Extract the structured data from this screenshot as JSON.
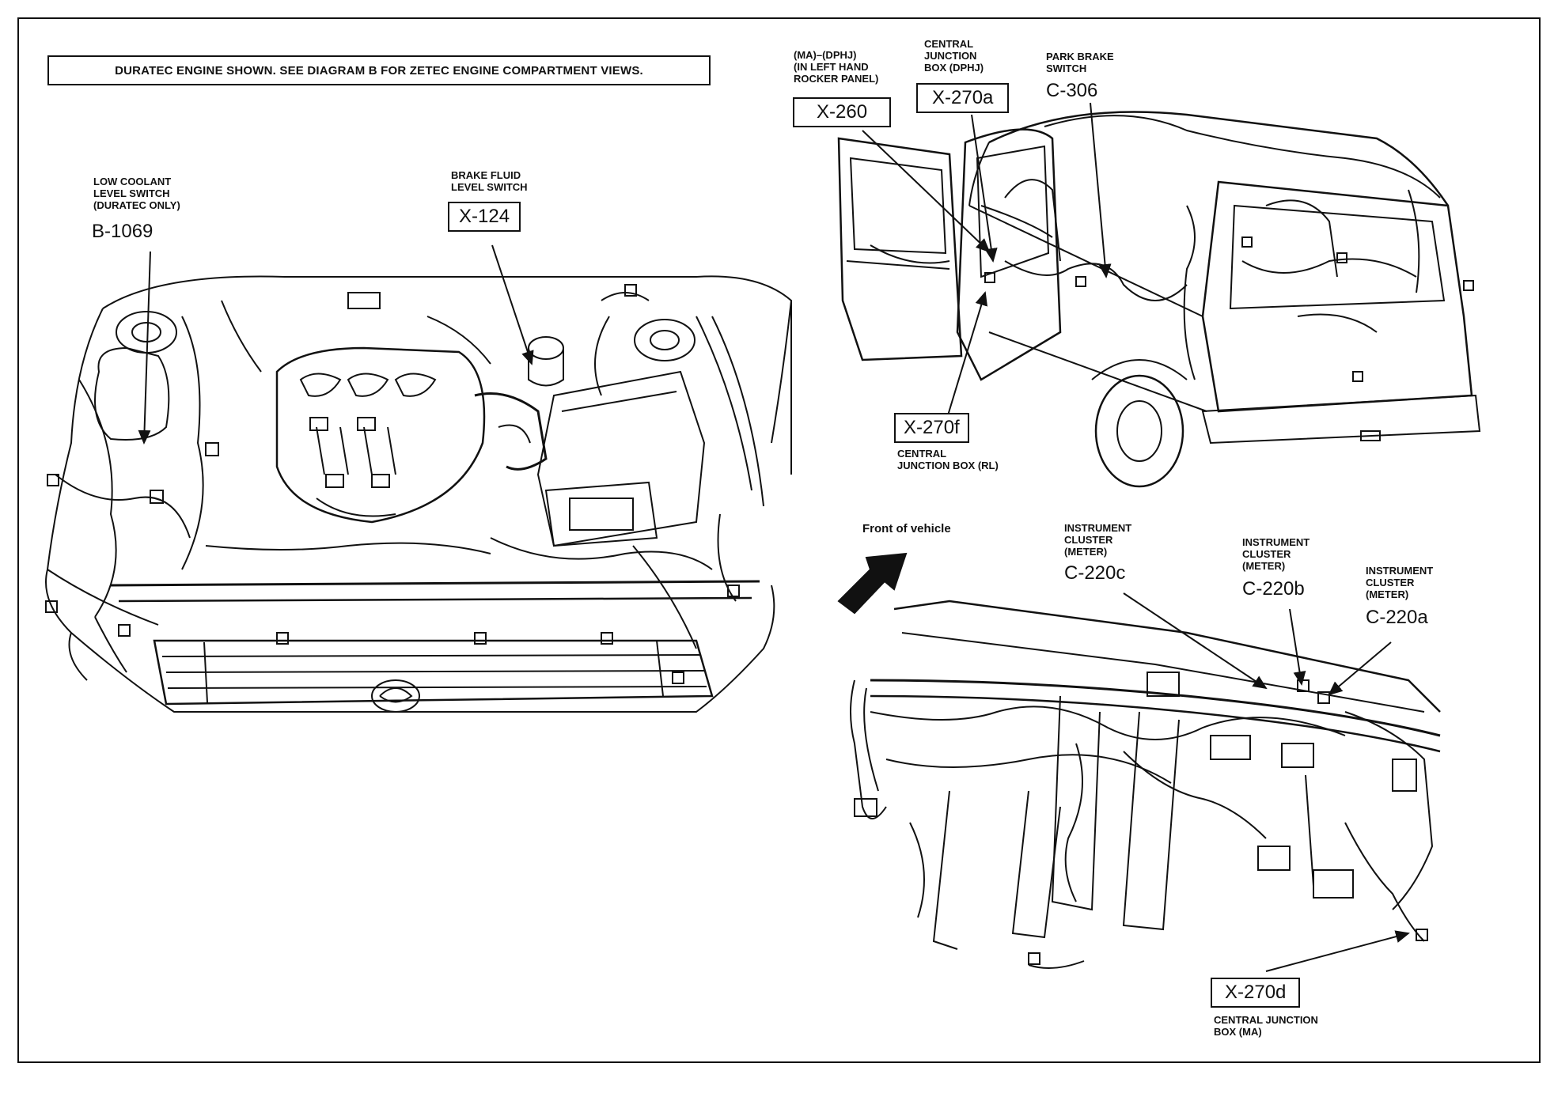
{
  "note": "DURATEC ENGINE SHOWN. SEE DIAGRAM B FOR ZETEC ENGINE COMPARTMENT VIEWS.",
  "engine": {
    "b1069": {
      "desc": "LOW COOLANT\nLEVEL SWITCH\n(DURATEC ONLY)",
      "code": "B-1069"
    },
    "x124": {
      "desc": "BRAKE FLUID\nLEVEL SWITCH",
      "code": "X-124"
    }
  },
  "rear": {
    "x260": {
      "desc": "(MA)–(DPHJ)\n(IN LEFT HAND\nROCKER PANEL)",
      "code": "X-260"
    },
    "x270a": {
      "desc": "CENTRAL\nJUNCTION\nBOX (DPHJ)",
      "code": "X-270a"
    },
    "c306": {
      "desc": "PARK BRAKE\nSWITCH",
      "code": "C-306"
    },
    "x270f": {
      "desc": "CENTRAL\nJUNCTION BOX (RL)",
      "code": "X-270f"
    }
  },
  "dash": {
    "front_label": "Front of vehicle",
    "c220c": {
      "desc": "INSTRUMENT\nCLUSTER\n(METER)",
      "code": "C-220c"
    },
    "c220b": {
      "desc": "INSTRUMENT\nCLUSTER\n(METER)",
      "code": "C-220b"
    },
    "c220a": {
      "desc": "INSTRUMENT\nCLUSTER\n(METER)",
      "code": "C-220a"
    },
    "x270d": {
      "desc": "CENTRAL JUNCTION\nBOX (MA)",
      "code": "X-270d"
    }
  }
}
